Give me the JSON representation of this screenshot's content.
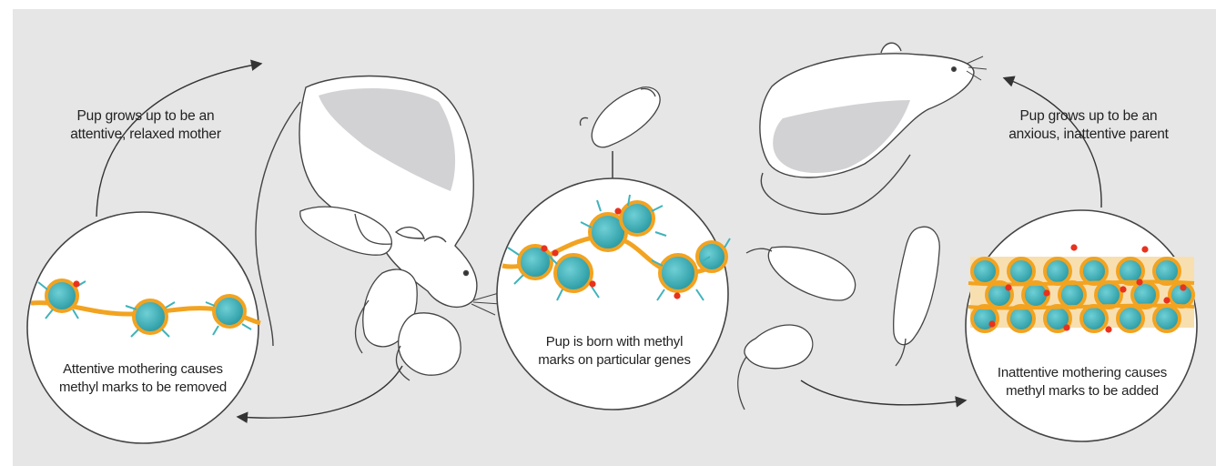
{
  "figure": {
    "labels": {
      "attentive_growth": "Pup grows up to be an attentive, relaxed mother",
      "attentive_effect": "Attentive mothering causes methyl marks to be removed",
      "birth": "Pup is born with methyl marks on particular genes",
      "inattentive_growth": "Pup grows up to be an anxious, inattentive parent",
      "inattentive_effect": "Inattentive mothering causes methyl marks to be added"
    },
    "colors": {
      "background": "#e6e6e7",
      "dna_strand": "#f2a320",
      "histone": "#3fb3bb",
      "methyl_mark": "#e8321e",
      "outline": "#444444",
      "rat_body": "#ffffff",
      "rat_shadow": "#d2d2d4"
    }
  }
}
